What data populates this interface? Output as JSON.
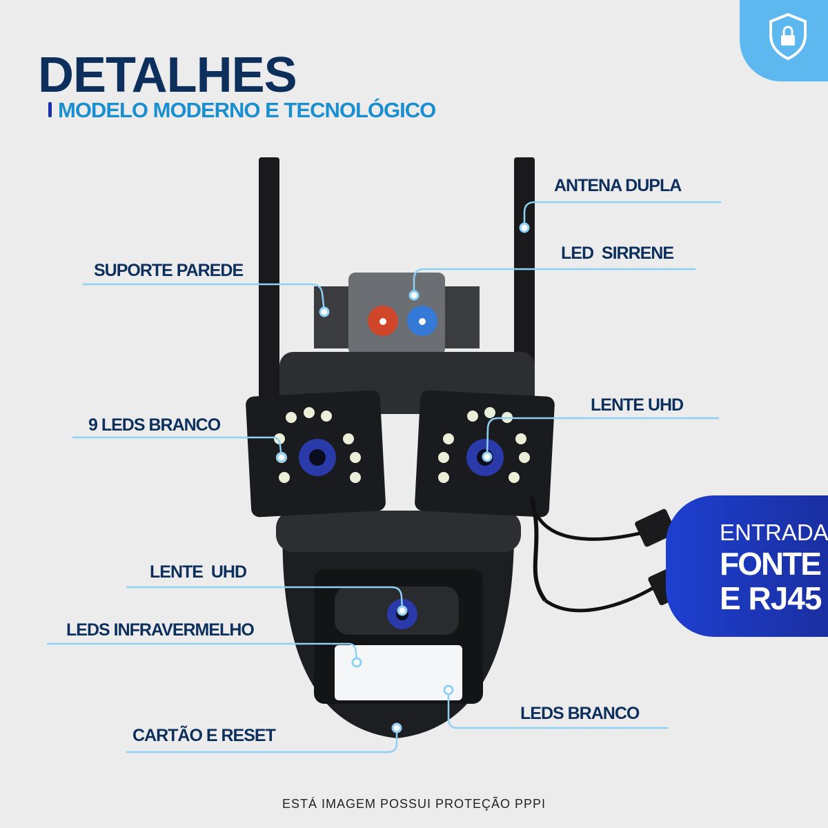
{
  "header": {
    "title": "DETALHES",
    "subtitle": "MODELO MODERNO E TECNOLÓGICO"
  },
  "badge": {
    "icon": "shield-lock-icon",
    "color": "#5db8f0"
  },
  "labels": {
    "antena": "ANTENA DUPLA",
    "led_sirene": "LED  SIRRENE",
    "suporte": "SUPORTE PAREDE",
    "leds9": "9 LEDS BRANCO",
    "lente_right": "LENTE UHD",
    "lente_lower": "LENTE  UHD",
    "infra": "LEDS INFRAVERMELHO",
    "leds_branco": "LEDS BRANCO",
    "cartao": "CARTÃO E RESET"
  },
  "entrada": {
    "line1": "ENTRADA",
    "line2": "FONTE",
    "line3": "E RJ45"
  },
  "footer": "ESTÁ IMAGEM POSSUI PROTEÇÃO PPPI",
  "colors": {
    "title": "#0d2f5c",
    "accent": "#1a8fd0",
    "line": "#8fd0f5",
    "banner": "#1e3fd0"
  }
}
